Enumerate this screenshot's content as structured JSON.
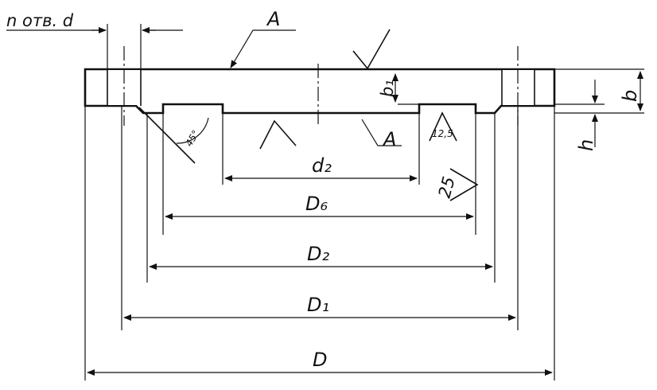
{
  "drawing": {
    "hole_note": "n отв. d",
    "section_mark": "A",
    "section_mark_lower": "A",
    "chamfer_angle": "45°",
    "roughness_groove": "12,5",
    "roughness_general": "25",
    "dimensions": {
      "b1": "b₁",
      "b": "b",
      "h": "h",
      "d2": "d₂",
      "D6": "D₆",
      "D2": "D₂",
      "D1": "D₁",
      "D": "D"
    }
  }
}
